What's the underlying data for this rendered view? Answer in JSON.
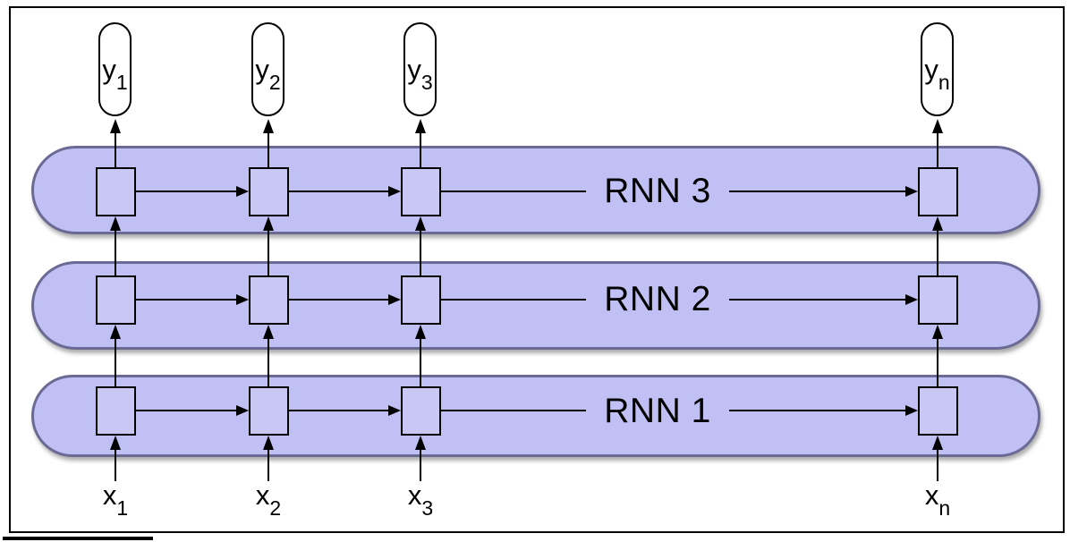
{
  "layers": [
    {
      "label": "RNN 3"
    },
    {
      "label": "RNN 2"
    },
    {
      "label": "RNN 1"
    }
  ],
  "outputs": [
    {
      "base": "y",
      "sub": "1"
    },
    {
      "base": "y",
      "sub": "2"
    },
    {
      "base": "y",
      "sub": "3"
    },
    {
      "base": "y",
      "sub": "n"
    }
  ],
  "inputs": [
    {
      "base": "x",
      "sub": "1"
    },
    {
      "base": "x",
      "sub": "2"
    },
    {
      "base": "x",
      "sub": "3"
    },
    {
      "base": "x",
      "sub": "n"
    }
  ],
  "colors": {
    "band_fill": "#c1c0f5",
    "band_border": "#6b6a94",
    "cell_fill": "#c9c8f4",
    "capsule_fill": "#ffffff",
    "line": "#000000"
  }
}
